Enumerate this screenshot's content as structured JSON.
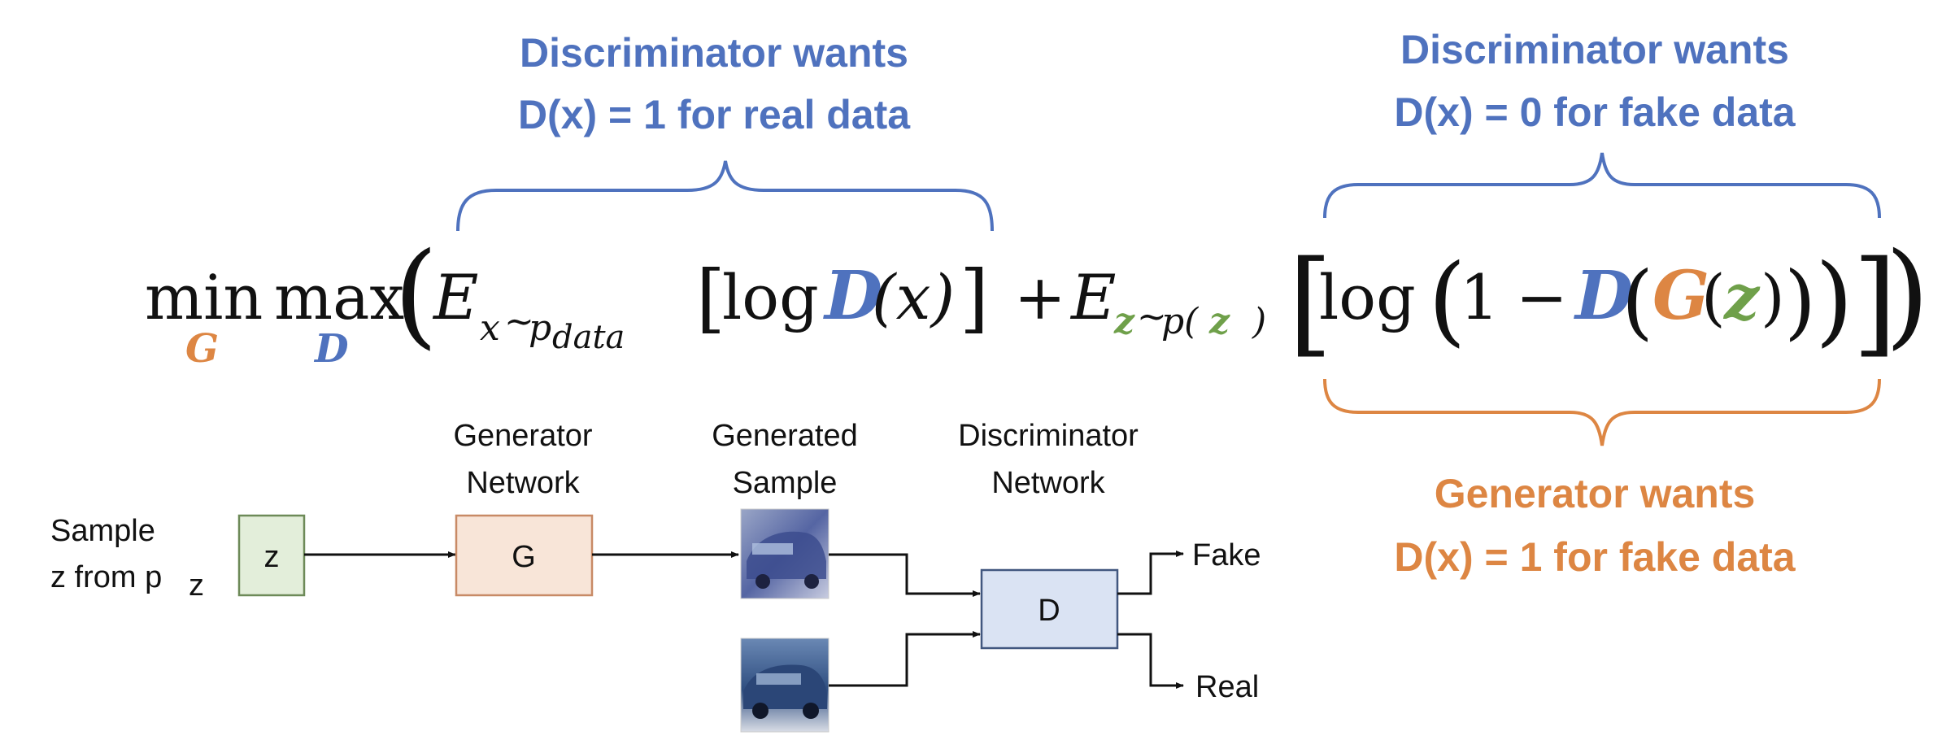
{
  "colors": {
    "blue": "#4F72BE",
    "orange": "#DD8643",
    "green": "#6FA04A",
    "black": "#111111",
    "z_box_fill": "#E3EEDA",
    "z_box_stroke": "#6D8A58",
    "g_box_fill": "#F8E5D8",
    "g_box_stroke": "#C88A66",
    "d_box_fill": "#DAE3F3",
    "d_box_stroke": "#41577F"
  },
  "annotations": {
    "disc_real": {
      "line1": "Discriminator wants",
      "line2": "D(x) = 1 for real data"
    },
    "disc_fake": {
      "line1": "Discriminator wants",
      "line2": "D(x) = 0 for fake data"
    },
    "gen_fake": {
      "line1": "Generator wants",
      "line2": "D(x) = 1 for fake data"
    }
  },
  "equation": {
    "min": "min",
    "min_sub": "G",
    "max": "max",
    "max_sub": "D",
    "paren_open": "(",
    "e1": "E",
    "e1_sub_x": "x",
    "e1_sub_tilde": "~",
    "e1_sub_p": "p",
    "e1_sub_data": "data",
    "bracket1_open": "[",
    "log1": "log",
    "d1": "D",
    "d1_arg": "(x)",
    "bracket1_close": "]",
    "plus": "+",
    "e2": "E",
    "e2_sub_z": "z",
    "e2_sub_tilde": "~",
    "e2_sub_p": "p(",
    "e2_sub_z2": "z",
    "e2_sub_close": ")",
    "bracket2_open": "[",
    "log2": "log",
    "paren2_open": "(",
    "one": "1",
    "minus": "−",
    "d2": "D",
    "paren3_open": "(",
    "g": "G",
    "paren4_open": "(",
    "z": "z",
    "paren4_close": ")",
    "paren3_close": ")",
    "paren2_close": ")",
    "bracket2_close": "]",
    "paren_close": ")"
  },
  "diagram": {
    "sample_line1": "Sample",
    "sample_line2": "z from p",
    "sample_sub": "z",
    "z_box": "z",
    "generator_line1": "Generator",
    "generator_line2": "Network",
    "g_box": "G",
    "generated_line1": "Generated",
    "generated_line2": "Sample",
    "discriminator_line1": "Discriminator",
    "discriminator_line2": "Network",
    "d_box": "D",
    "fake": "Fake",
    "real": "Real"
  },
  "images": {
    "generated_sample": "generated-car-image",
    "real_sample": "real-car-image"
  }
}
